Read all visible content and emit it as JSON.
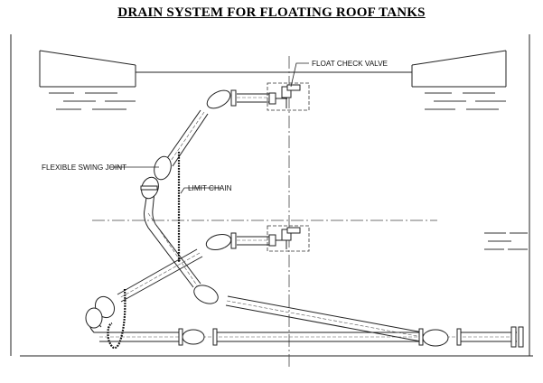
{
  "title": "DRAIN SYSTEM FOR FLOATING ROOF TANKS",
  "labels": {
    "float_check_valve": "FLOAT CHECK VALVE",
    "flexible_swing_joint": "FLEXIBLE SWING JOINT",
    "limit_chain": "LIMIT CHAIN"
  },
  "colors": {
    "line": "#222222",
    "background": "#ffffff"
  }
}
